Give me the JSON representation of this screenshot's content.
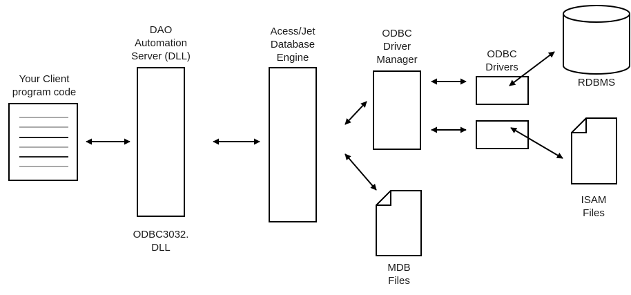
{
  "labels": {
    "client": "Your Client\nprogram code",
    "dao": "DAO\nAutomation\nServer (DLL)",
    "odbc_dll": "ODBC3032.\nDLL",
    "jet": "Acess/Jet\nDatabase\nEngine",
    "driver_manager": "ODBC\nDriver\nManager",
    "odbc_drivers": "ODBC\nDrivers",
    "rdbms": "RDBMS",
    "isam": "ISAM\nFiles",
    "mdb": "MDB\nFiles"
  },
  "colors": {
    "stroke": "#000000",
    "doc_lines_light": "#aaaaaa",
    "doc_lines_dark": "#222222",
    "background": "#ffffff"
  },
  "icons": [
    "document-icon",
    "cylinder-database-icon",
    "file-icon"
  ]
}
